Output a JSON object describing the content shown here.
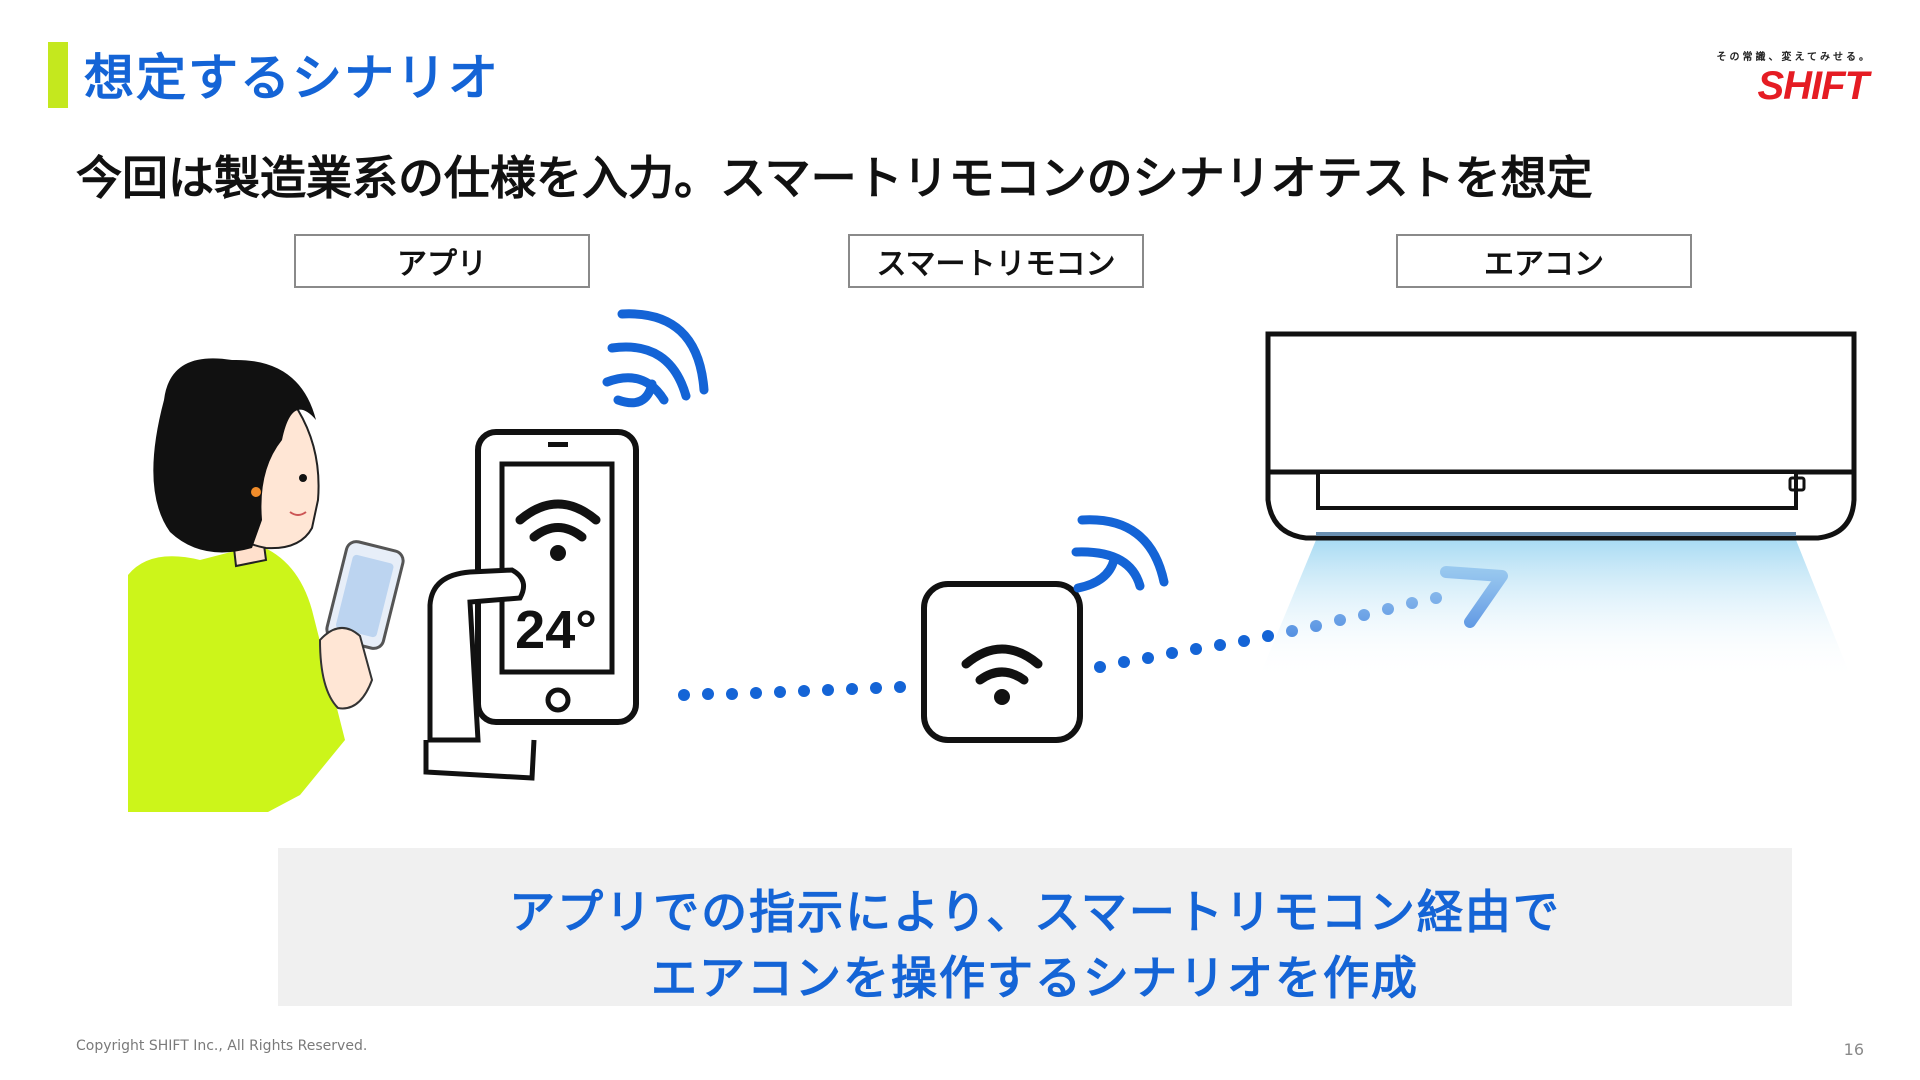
{
  "header": {
    "title": "想定するシナリオ",
    "brand_tagline": "その常識、変えてみせる。",
    "brand_logo": "SHIFT",
    "accent_color": "#c4e81e",
    "title_color": "#1464d6",
    "brand_color": "#e51c23"
  },
  "subtitle": "今回は製造業系の仕様を入力。スマートリモコンのシナリオテストを想定",
  "diagram": {
    "labels": {
      "app": "アプリ",
      "remote": "スマートリモコン",
      "aircon": "エアコン"
    },
    "phone_temperature": "24°",
    "wifi_color": "#1464d6",
    "person_shirt_color": "#ccf51a"
  },
  "message": {
    "line1": "アプリでの指示により、スマートリモコン経由で",
    "line2": "エアコンを操作するシナリオを作成"
  },
  "footer": {
    "copyright": "Copyright SHIFT Inc., All Rights Reserved.",
    "page_number": "16"
  }
}
